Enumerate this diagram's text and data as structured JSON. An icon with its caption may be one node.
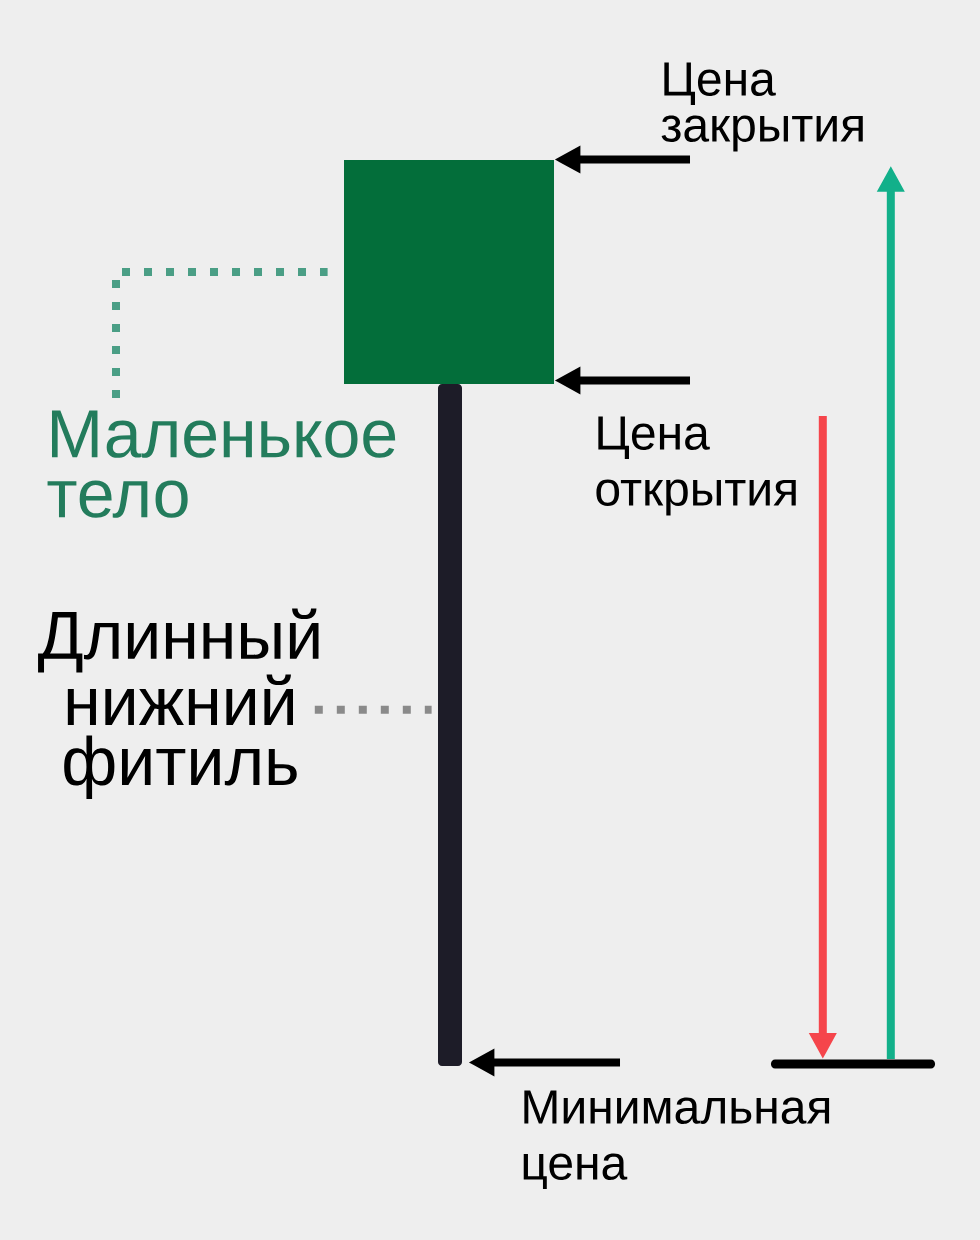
{
  "diagram": {
    "nodes": [
      {
        "text": [
          "Цена закрытия"
        ]
      },
      {
        "text": [],
        "shape": "box"
      },
      {
        "text": [
          "Маленькое тело"
        ]
      },
      {
        "text": [
          "Цена открытия"
        ]
      },
      {
        "text": [],
        "shape": "bar"
      },
      {
        "text": [
          "Длинный нижний фитиль"
        ]
      },
      {
        "text": [],
        "shape": "bar"
      },
      {
        "text": [
          "Минимальная цена"
        ]
      }
    ],
    "edges": [
      {
        "from": 0,
        "to": 1,
        "arrow": "to"
      },
      {
        "from": 2,
        "to": 1,
        "arrow": "none",
        "style": "dashed",
        "color": "#4a9e85"
      },
      {
        "from": 3,
        "to": 1,
        "arrow": "to"
      },
      {
        "from": 5,
        "to": 4,
        "arrow": "none",
        "style": "dashed",
        "color": "#8a8a8a"
      },
      {
        "from": 7,
        "to": 4,
        "arrow": "to"
      },
      {
        "from": 3,
        "to": 6,
        "arrow": "to",
        "color": "#f5454b"
      },
      {
        "from": 6,
        "to": 0,
        "arrow": "to",
        "color": "#12b08a"
      }
    ]
  }
}
